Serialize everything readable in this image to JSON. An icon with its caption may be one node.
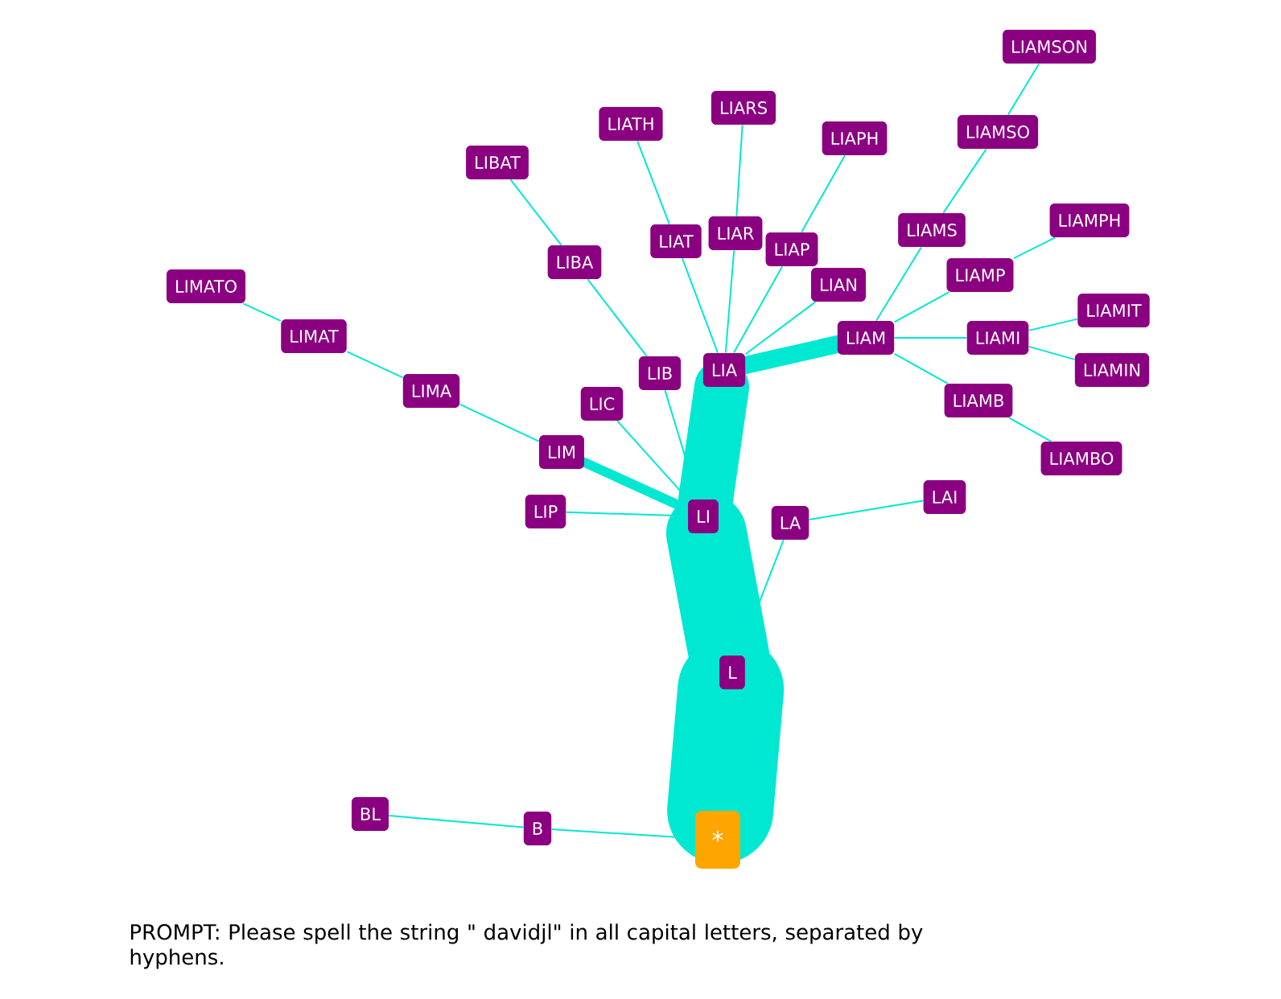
{
  "diagram": {
    "caption": "PROMPT: Please spell the string \" davidjl\" in all capital letters, separated by hyphens.",
    "nodes": [
      {
        "text": [
          "*"
        ]
      },
      {
        "text": [
          "L"
        ]
      },
      {
        "text": [
          "B"
        ]
      },
      {
        "text": [
          "BL"
        ]
      },
      {
        "text": [
          "LI"
        ]
      },
      {
        "text": [
          "LA"
        ]
      },
      {
        "text": [
          "LAI"
        ]
      },
      {
        "text": [
          "LIA"
        ]
      },
      {
        "text": [
          "LIB"
        ]
      },
      {
        "text": [
          "LIC"
        ]
      },
      {
        "text": [
          "LIM"
        ]
      },
      {
        "text": [
          "LIP"
        ]
      },
      {
        "text": [
          "LIMA"
        ]
      },
      {
        "text": [
          "LIMAT"
        ]
      },
      {
        "text": [
          "LIMATO"
        ]
      },
      {
        "text": [
          "LIBA"
        ]
      },
      {
        "text": [
          "LIBAT"
        ]
      },
      {
        "text": [
          "LIAT"
        ]
      },
      {
        "text": [
          "LIAR"
        ]
      },
      {
        "text": [
          "LIAP"
        ]
      },
      {
        "text": [
          "LIAN"
        ]
      },
      {
        "text": [
          "LIAM"
        ]
      },
      {
        "text": [
          "LIATH"
        ]
      },
      {
        "text": [
          "LIARS"
        ]
      },
      {
        "text": [
          "LIAPH"
        ]
      },
      {
        "text": [
          "LIAMS"
        ]
      },
      {
        "text": [
          "LIAMSO"
        ]
      },
      {
        "text": [
          "LIAMSON"
        ]
      },
      {
        "text": [
          "LIAMP"
        ]
      },
      {
        "text": [
          "LIAMPH"
        ]
      },
      {
        "text": [
          "LIAMI"
        ]
      },
      {
        "text": [
          "LIAMIT"
        ]
      },
      {
        "text": [
          "LIAMIN"
        ]
      },
      {
        "text": [
          "LIAMB"
        ]
      },
      {
        "text": [
          "LIAMBO"
        ]
      }
    ],
    "edges": [
      {
        "from": 0,
        "to": 1,
        "arrow": "none",
        "style": "thick"
      },
      {
        "from": 0,
        "to": 2,
        "arrow": "none"
      },
      {
        "from": 2,
        "to": 3,
        "arrow": "none"
      },
      {
        "from": 1,
        "to": 4,
        "arrow": "none",
        "style": "thick"
      },
      {
        "from": 1,
        "to": 5,
        "arrow": "none"
      },
      {
        "from": 5,
        "to": 6,
        "arrow": "none"
      },
      {
        "from": 4,
        "to": 7,
        "arrow": "none",
        "style": "thick"
      },
      {
        "from": 4,
        "to": 8,
        "arrow": "none"
      },
      {
        "from": 4,
        "to": 9,
        "arrow": "none"
      },
      {
        "from": 4,
        "to": 10,
        "arrow": "none",
        "style": "thick"
      },
      {
        "from": 4,
        "to": 11,
        "arrow": "none"
      },
      {
        "from": 10,
        "to": 12,
        "arrow": "none"
      },
      {
        "from": 12,
        "to": 13,
        "arrow": "none"
      },
      {
        "from": 13,
        "to": 14,
        "arrow": "none"
      },
      {
        "from": 8,
        "to": 15,
        "arrow": "none"
      },
      {
        "from": 15,
        "to": 16,
        "arrow": "none"
      },
      {
        "from": 7,
        "to": 17,
        "arrow": "none"
      },
      {
        "from": 7,
        "to": 18,
        "arrow": "none"
      },
      {
        "from": 7,
        "to": 19,
        "arrow": "none"
      },
      {
        "from": 7,
        "to": 20,
        "arrow": "none"
      },
      {
        "from": 7,
        "to": 21,
        "arrow": "none",
        "style": "thick"
      },
      {
        "from": 17,
        "to": 22,
        "arrow": "none"
      },
      {
        "from": 18,
        "to": 23,
        "arrow": "none"
      },
      {
        "from": 19,
        "to": 24,
        "arrow": "none"
      },
      {
        "from": 21,
        "to": 25,
        "arrow": "none"
      },
      {
        "from": 25,
        "to": 26,
        "arrow": "none"
      },
      {
        "from": 26,
        "to": 27,
        "arrow": "none"
      },
      {
        "from": 21,
        "to": 28,
        "arrow": "none"
      },
      {
        "from": 28,
        "to": 29,
        "arrow": "none"
      },
      {
        "from": 21,
        "to": 30,
        "arrow": "none"
      },
      {
        "from": 30,
        "to": 31,
        "arrow": "none"
      },
      {
        "from": 30,
        "to": 32,
        "arrow": "none"
      },
      {
        "from": 21,
        "to": 33,
        "arrow": "none"
      },
      {
        "from": 33,
        "to": 34,
        "arrow": "none"
      }
    ]
  }
}
